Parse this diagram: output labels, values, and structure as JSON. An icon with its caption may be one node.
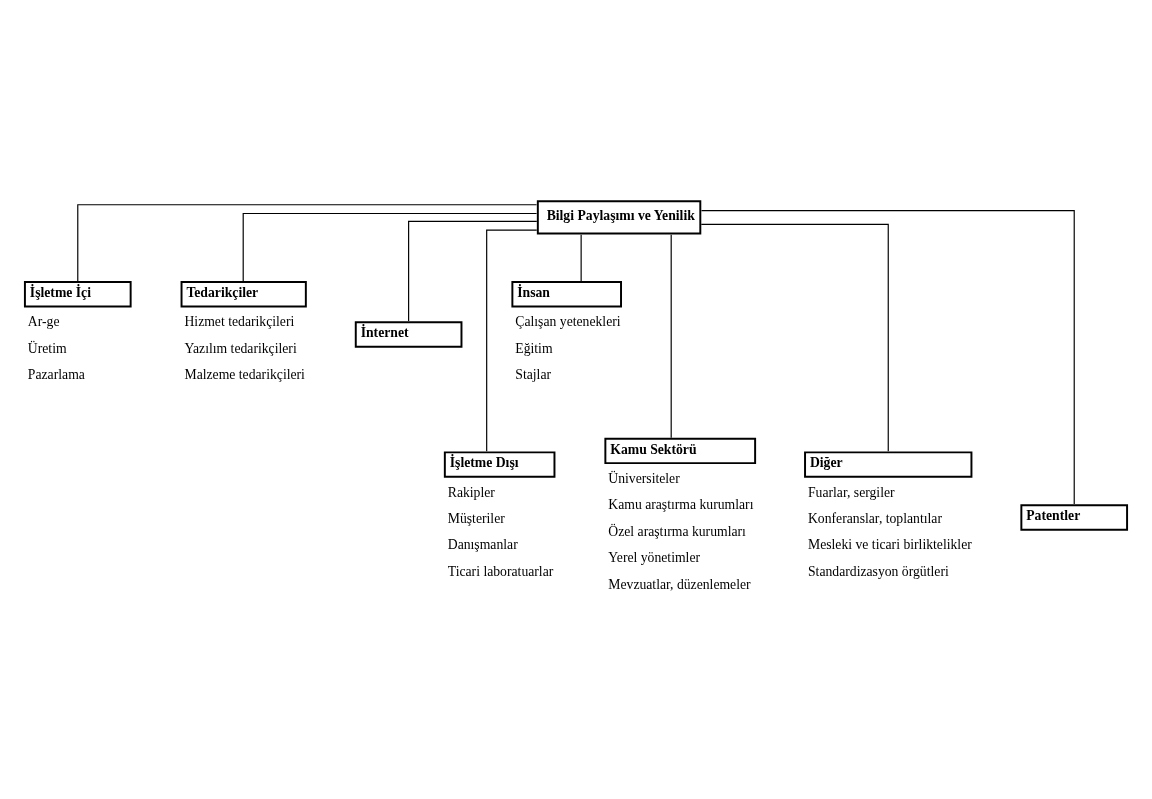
{
  "diagram": {
    "nodes": [
      {
        "text": [
          "Bilgi Paylaşımı ve Yenilik"
        ]
      },
      {
        "text": [
          "İşletme İçi"
        ],
        "beside": [
          "Ar-ge",
          "Üretim",
          "Pazarlama"
        ]
      },
      {
        "text": [
          "İşletme Dışı"
        ],
        "beside": [
          "Rakipler",
          "Müşteriler",
          "Danışmanlar",
          "Ticari laboratuarlar"
        ]
      },
      {
        "text": [
          "Tedarikçiler"
        ],
        "beside": [
          "Hizmet tedarikçileri",
          "Yazılım tedarikçileri",
          "Malzeme tedarikçileri"
        ]
      },
      {
        "text": [
          "Kamu Sektörü"
        ],
        "beside": [
          "Üniversiteler",
          "Kamu araştırma kurumları",
          "Özel araştırma kurumları",
          "Yerel yönetimler",
          "Mevzuatlar, düzenlemeler"
        ]
      },
      {
        "text": [
          "İnternet"
        ]
      },
      {
        "text": [
          "Diğer"
        ],
        "beside": [
          "Fuarlar, sergiler",
          "Konferanslar, toplantılar",
          "Mesleki ve ticari birliktelikler",
          "Standardizasyon örgütleri"
        ]
      },
      {
        "text": [
          "İnsan"
        ],
        "beside": [
          "Çalışan yetenekleri",
          "Eğitim",
          "Stajlar"
        ]
      },
      {
        "text": [
          "Patentler"
        ]
      }
    ],
    "edges": [
      {
        "from": 0,
        "to": 1,
        "arrow": "none"
      },
      {
        "from": 0,
        "to": 2,
        "arrow": "none"
      },
      {
        "from": 0,
        "to": 3,
        "arrow": "none"
      },
      {
        "from": 0,
        "to": 4,
        "arrow": "none"
      },
      {
        "from": 0,
        "to": 5,
        "arrow": "none"
      },
      {
        "from": 0,
        "to": 6,
        "arrow": "none"
      },
      {
        "from": 0,
        "to": 7,
        "arrow": "none"
      },
      {
        "from": 0,
        "to": 8,
        "arrow": "none"
      }
    ]
  }
}
